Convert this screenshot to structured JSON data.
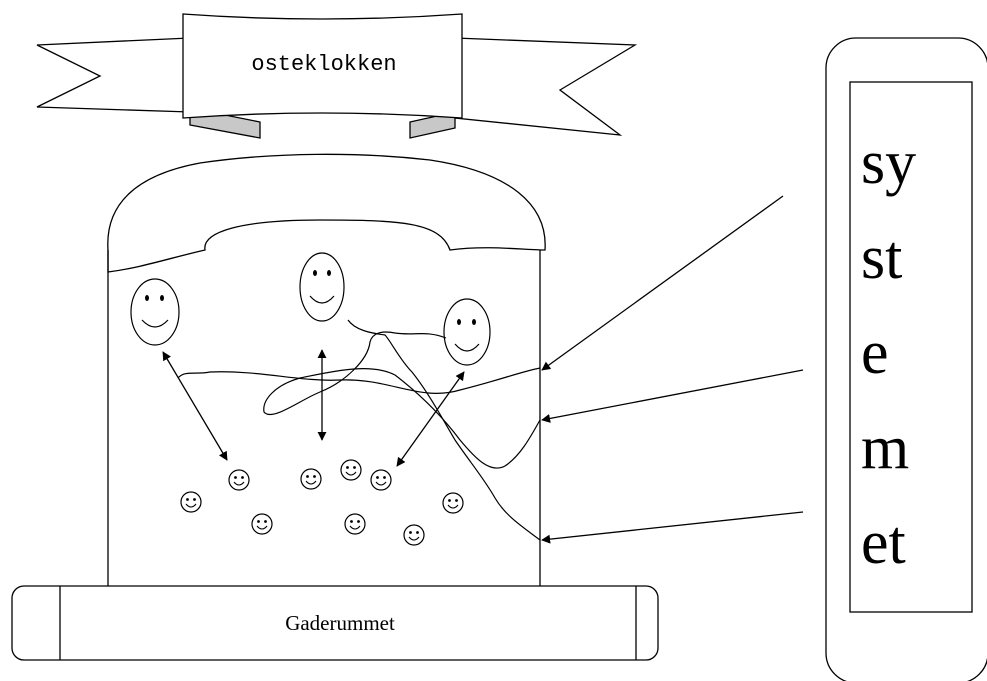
{
  "banner": {
    "title": "osteklokken"
  },
  "base": {
    "label": "Gaderummet"
  },
  "sidebar": {
    "letters": [
      "sy",
      "st",
      "e",
      "m",
      "et"
    ]
  },
  "colors": {
    "stroke": "#000000",
    "fold_fill": "#c8c8c8",
    "background": "#ffffff"
  },
  "icons": {
    "big_faces": [
      "smiley-face-icon",
      "smiley-face-icon",
      "smiley-face-icon"
    ],
    "small_faces": "smiley-icon",
    "arrows": "arrow-icon"
  }
}
